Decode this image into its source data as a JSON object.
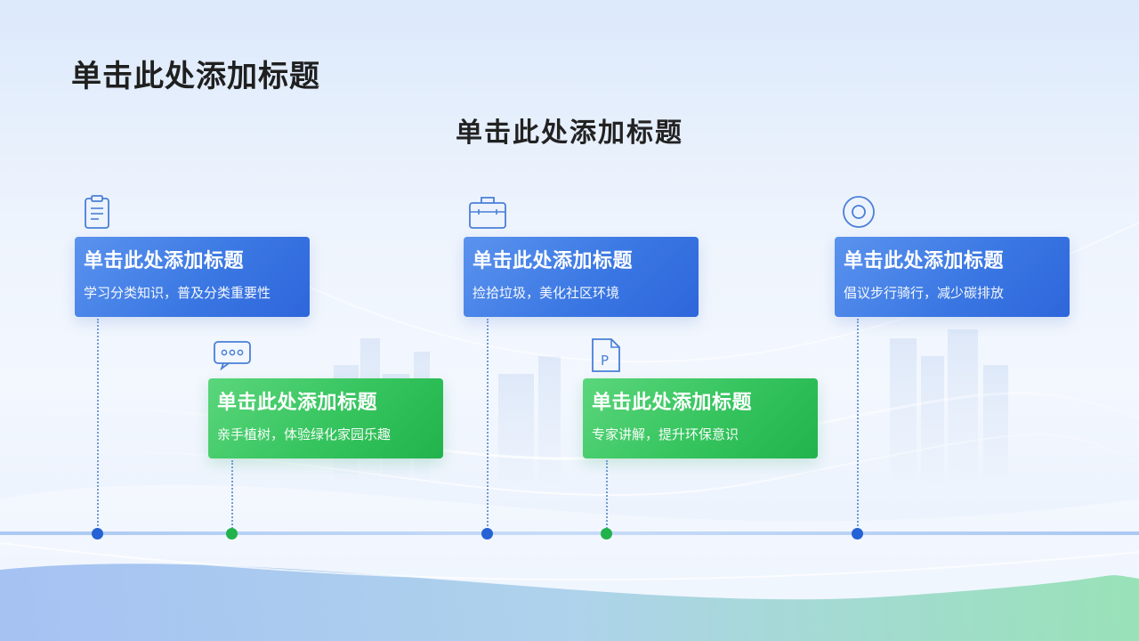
{
  "page": {
    "title": "单击此处添加标题",
    "subtitle": "单击此处添加标题"
  },
  "colors": {
    "blue_accent": "#3b78e3",
    "green_accent": "#35c45e",
    "timeline": "#aac8f3"
  },
  "milestones": [
    {
      "title": "单击此处添加标题",
      "desc": "学习分类知识，普及分类重要性",
      "color": "blue",
      "icon": "clipboard-icon"
    },
    {
      "title": "单击此处添加标题",
      "desc": "亲手植树，体验绿化家园乐趣",
      "color": "green",
      "icon": "chat-bubble-icon"
    },
    {
      "title": "单击此处添加标题",
      "desc": "捡拾垃圾，美化社区环境",
      "color": "blue",
      "icon": "briefcase-icon"
    },
    {
      "title": "单击此处添加标题",
      "desc": "专家讲解，提升环保意识",
      "color": "green",
      "icon": "document-p-icon"
    },
    {
      "title": "单击此处添加标题",
      "desc": "倡议步行骑行，减少碳排放",
      "color": "blue",
      "icon": "target-icon"
    }
  ]
}
